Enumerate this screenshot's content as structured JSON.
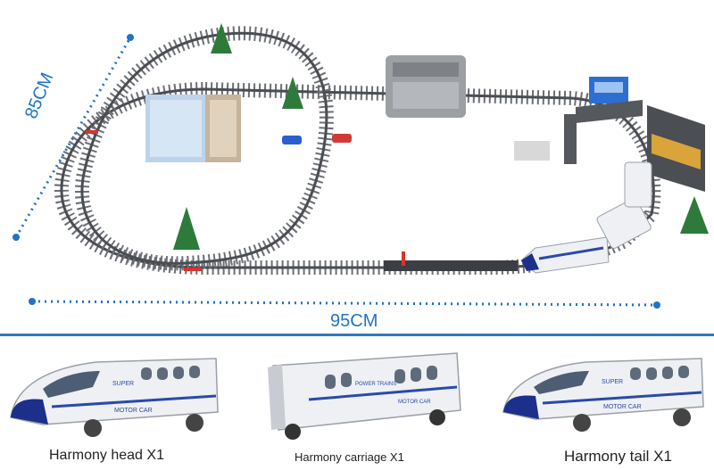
{
  "dimensions": {
    "height_label": "85CM",
    "width_label": "95CM"
  },
  "cars": [
    {
      "caption": "Harmony head X1",
      "label_top": "SUPER",
      "label_bottom": "MOTOR CAR"
    },
    {
      "caption": "Harmony carriage X1",
      "label_top": "POWER TRAINS",
      "label_bottom": "MOTOR CAR"
    },
    {
      "caption": "Harmony tail X1",
      "label_top": "SUPER",
      "label_bottom": "MOTOR CAR"
    }
  ],
  "colors": {
    "track": "#4a4d52",
    "sleeper": "#6c6f74",
    "dimension": "#1f73c6",
    "train_body": "#eef0f3",
    "train_stripe": "#2a4aa8",
    "nose": "#1c2f8a",
    "tree": "#2e7a3a"
  },
  "icons": [
    "tree-icon",
    "station-icon",
    "bridge-icon",
    "building-icon",
    "car-icon"
  ]
}
